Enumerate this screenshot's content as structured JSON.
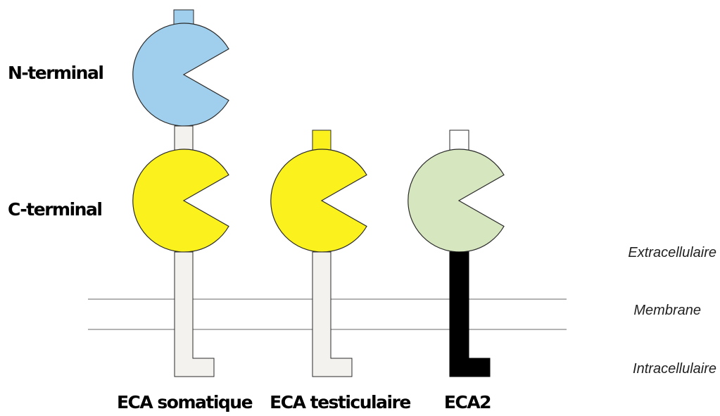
{
  "labels": {
    "n_terminal": "N-terminal",
    "c_terminal": "C-terminal"
  },
  "regions": {
    "extracellular": "Extracellulaire",
    "membrane": "Membrane",
    "intracellular": "Intracellulaire"
  },
  "proteins": [
    {
      "name": "ECA somatique"
    },
    {
      "name": "ECA testiculaire"
    },
    {
      "name": "ECA2"
    }
  ],
  "colors": {
    "n_domain": "#9fcfed",
    "c_domain_eca": "#fbf11c",
    "c_domain_eca2": "#d6e6bf",
    "stalk_eca": "#f4f2ee",
    "stalk_eca2": "#000000",
    "membrane_line": "#9a9a9a"
  }
}
